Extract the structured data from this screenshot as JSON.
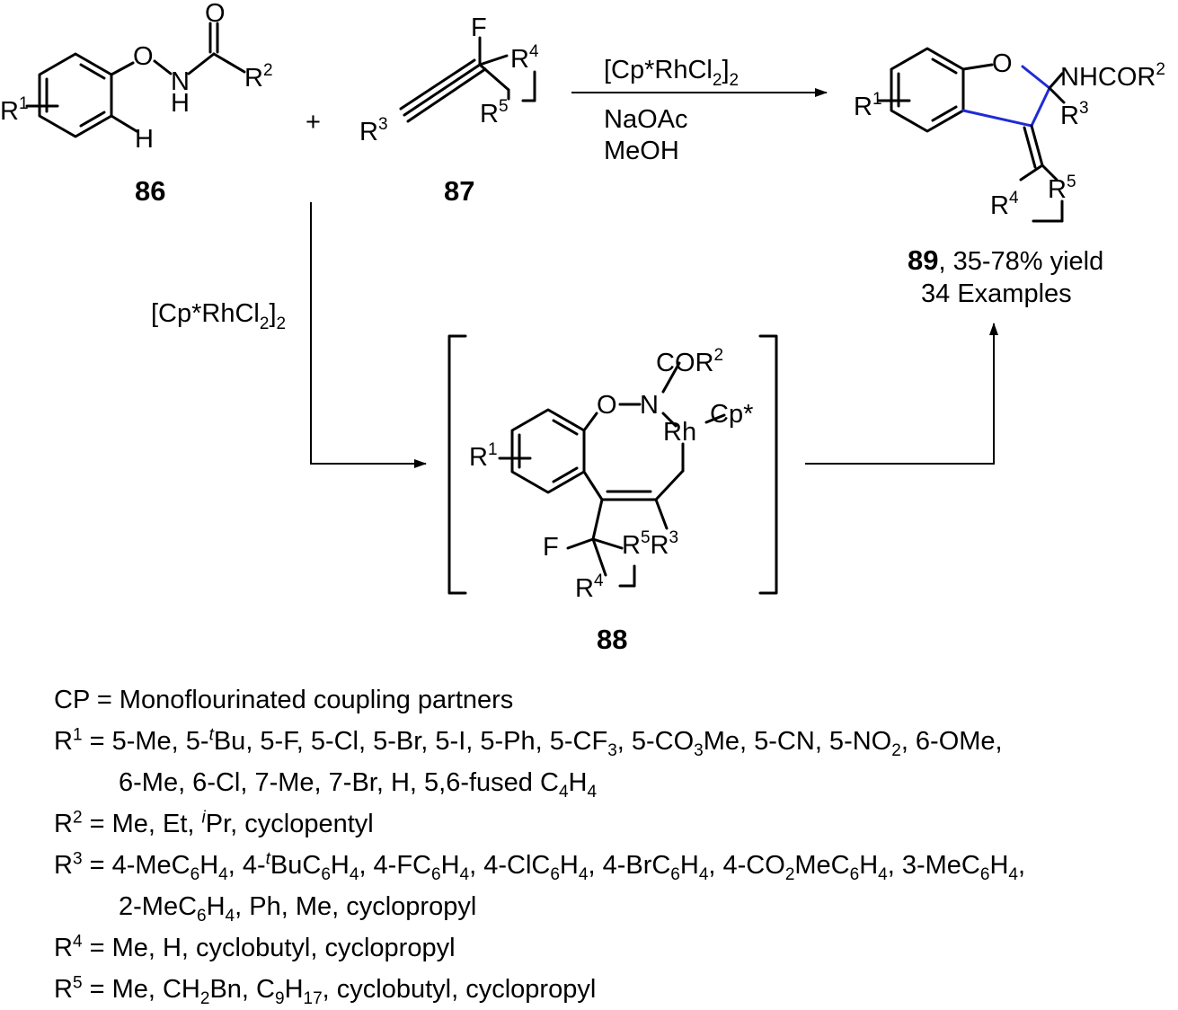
{
  "compounds": {
    "c86": "86",
    "c87": "87",
    "c88": "88",
    "c89": "89"
  },
  "product_yield": ", 35-78% yield",
  "product_examples": "34 Examples",
  "reagents": {
    "top_catalyst": "[Cp*RhCl",
    "top_catalyst_sub": "2",
    "top_catalyst_tail": "]",
    "top_catalyst_sub2": "2",
    "base": "NaOAc",
    "solvent": "MeOH",
    "side_catalyst": "[Cp*RhCl",
    "side_catalyst_sub": "2",
    "side_catalyst_tail": "]",
    "side_catalyst_sub2": "2"
  },
  "plus": "+",
  "atoms": {
    "O": "O",
    "N": "N",
    "H": "H",
    "F": "F",
    "Rh": "Rh",
    "Cp": "Cp*",
    "COR": "COR",
    "NHCOR": "NHCOR",
    "R": "R",
    "sup1": "1",
    "sup2": "2",
    "sup3": "3",
    "sup4": "4",
    "sup5": "5"
  },
  "legend": {
    "cp_line": "CP = Monoflourinated coupling partners",
    "r1_a": "R",
    "r1_b": " = 5-Me, 5-",
    "r1_t": "t",
    "r1_c": "Bu, 5-F,  5-Cl, 5-Br, 5-I, 5-Ph, 5-CF",
    "r1_d": ", 5-CO",
    "r1_e": "Me, 5-CN, 5-NO",
    "r1_f": ", 6-OMe,",
    "r1_line2a": "6-Me, 6-Cl, 7-Me, 7-Br, H, 5,6-fused C",
    "r1_line2b": "H",
    "r2_a": " = Me, Et, ",
    "r2_i": "i",
    "r2_b": "Pr, cyclopentyl",
    "r3_a": " = 4-MeC",
    "r3_b": "H",
    "r3_c": ", 4-",
    "r3_t": "t",
    "r3_d": "BuC",
    "r3_e": ", 4-FC",
    "r3_f": ", 4-ClC",
    "r3_g": ", 4-BrC",
    "r3_h": ", 4-CO",
    "r3_i": "MeC",
    "r3_j": ", 3-MeC",
    "r3_k": ",",
    "r3_line2a": "2-MeC",
    "r3_line2b": ", Ph, Me, cyclopropyl",
    "r4_a": " = Me, H, cyclobutyl, cyclopropyl",
    "r5_a": " = Me, CH",
    "r5_b": "Bn, C",
    "r5_c": ", cyclobutyl, cyclopropyl",
    "n1": "1",
    "n2": "2",
    "n3": "3",
    "n4": "4",
    "n5": "5",
    "n6": "6",
    "n9": "9",
    "n17": "17"
  }
}
